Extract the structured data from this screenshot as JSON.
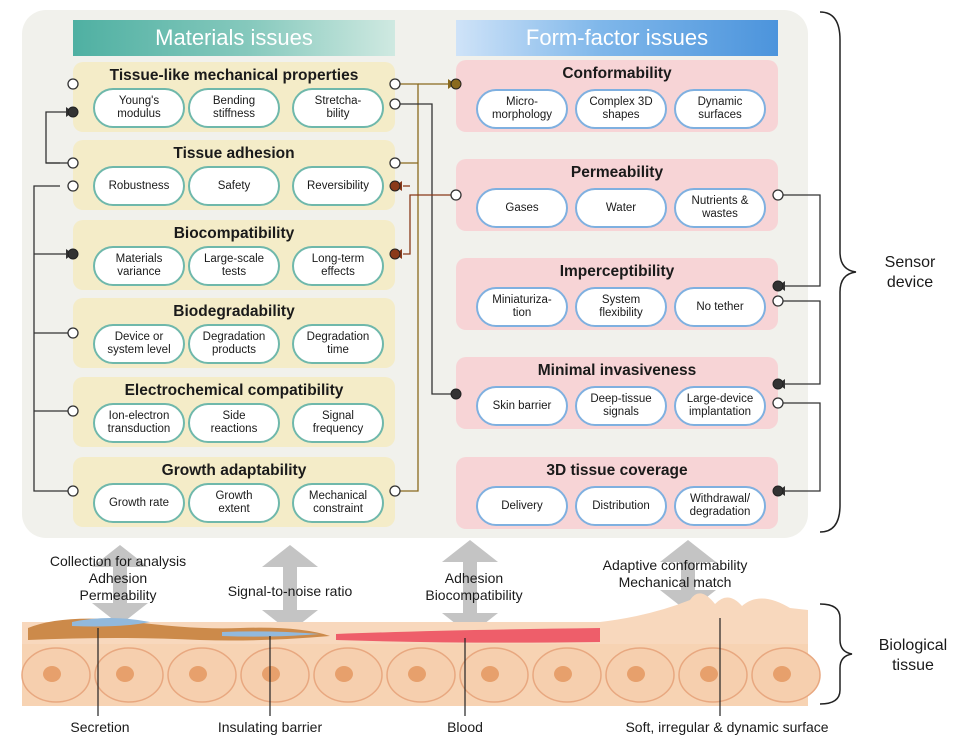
{
  "headers": {
    "materials": "Materials issues",
    "form_factor": "Form-factor issues"
  },
  "materials_groups": [
    {
      "title": "Tissue-like mechanical properties",
      "items": [
        "Young's\nmodulus",
        "Bending\nstiffness",
        "Stretcha-\nbility"
      ]
    },
    {
      "title": "Tissue adhesion",
      "items": [
        "Robustness",
        "Safety",
        "Reversibility"
      ]
    },
    {
      "title": "Biocompatibility",
      "items": [
        "Materials\nvariance",
        "Large-scale\ntests",
        "Long-term\neffects"
      ]
    },
    {
      "title": "Biodegradability",
      "items": [
        "Device or\nsystem level",
        "Degradation\nproducts",
        "Degradation\ntime"
      ]
    },
    {
      "title": "Electrochemical compatibility",
      "items": [
        "Ion-electron\ntransduction",
        "Side\nreactions",
        "Signal\nfrequency"
      ]
    },
    {
      "title": "Growth adaptability",
      "items": [
        "Growth rate",
        "Growth\nextent",
        "Mechanical\nconstraint"
      ]
    }
  ],
  "form_factor_groups": [
    {
      "title": "Conformability",
      "items": [
        "Micro-\nmorphology",
        "Complex 3D\nshapes",
        "Dynamic\nsurfaces"
      ]
    },
    {
      "title": "Permeability",
      "items": [
        "Gases",
        "Water",
        "Nutrients &\nwastes"
      ]
    },
    {
      "title": "Imperceptibility",
      "items": [
        "Miniaturiza-\ntion",
        "System\nflexibility",
        "No tether"
      ]
    },
    {
      "title": "Minimal invasiveness",
      "items": [
        "Skin barrier",
        "Deep-tissue\nsignals",
        "Large-device\nimplantation"
      ]
    },
    {
      "title": "3D tissue coverage",
      "items": [
        "Delivery",
        "Distribution",
        "Withdrawal/\ndegradation"
      ]
    }
  ],
  "side_labels": {
    "sensor_device": "Sensor\ndevice",
    "biological_tissue": "Biological\ntissue"
  },
  "interface_labels": [
    "Collection for analysis\nAdhesion\nPermeability",
    "Signal-to-noise ratio",
    "Adhesion\nBiocompatibility",
    "Adaptive conformability\nMechanical match"
  ],
  "tissue_labels": [
    "Secretion",
    "Insulating barrier",
    "Blood",
    "Soft, irregular & dynamic surface"
  ],
  "colors": {
    "device_bg": "#f1f1ec",
    "materials_group": "#f4ecc8",
    "form_factor_group": "#f7d4d6",
    "materials_pill_border": "#6fb8ab",
    "form_factor_pill_border": "#7fb0e0",
    "connector_gold": "#8a6a1e",
    "connector_brown": "#8a3a1a",
    "cell": "#f6cfae",
    "blood": "#ee5e6a",
    "secretion": "#92b9dc",
    "barrier": "#cc8a4a"
  }
}
